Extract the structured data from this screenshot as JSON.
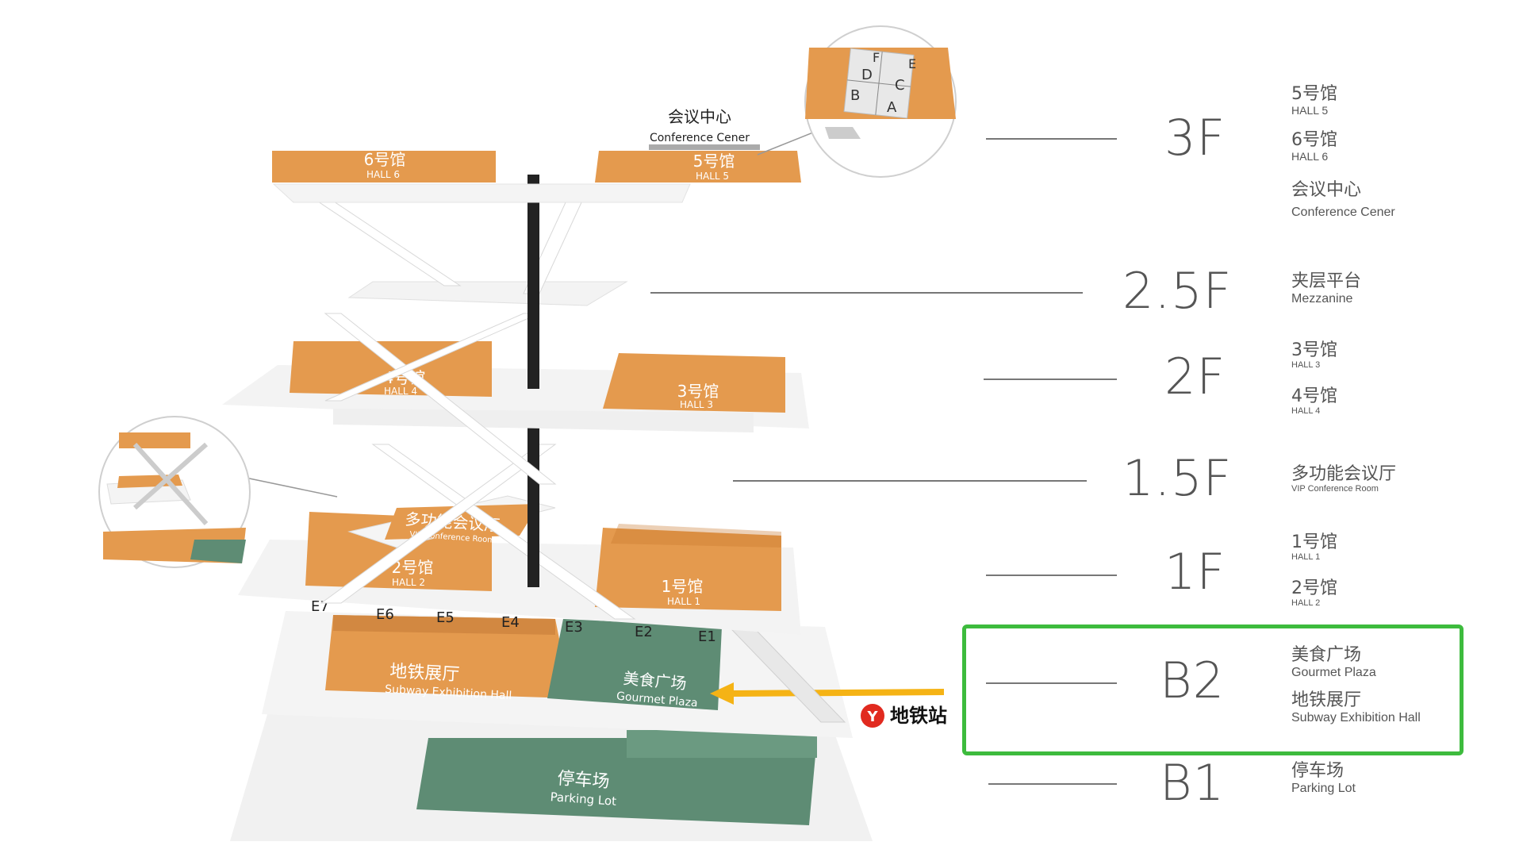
{
  "colors": {
    "hall_orange": "#e49a4e",
    "hall_orange_dark": "#c8782f",
    "green_zone": "#5e8c74",
    "highlight_green": "#3dbb3d",
    "arrow_yellow": "#f5b315",
    "metro_red": "#e12a1f"
  },
  "floors": [
    {
      "code": "3F",
      "items": [
        {
          "cn": "5号馆",
          "en": "HALL 5"
        },
        {
          "cn": "6号馆",
          "en": "HALL 6"
        },
        {
          "cn": "会议中心",
          "en": "Conference Cener"
        }
      ]
    },
    {
      "code": "2.5F",
      "items": [
        {
          "cn": "夹层平台",
          "en": "Mezzanine"
        }
      ]
    },
    {
      "code": "2F",
      "items": [
        {
          "cn": "3号馆",
          "en": "HALL 3"
        },
        {
          "cn": "4号馆",
          "en": "HALL 4"
        }
      ]
    },
    {
      "code": "1.5F",
      "items": [
        {
          "cn": "多功能会议厅",
          "en": "VIP Conference Room"
        }
      ]
    },
    {
      "code": "1F",
      "items": [
        {
          "cn": "1号馆",
          "en": "HALL 1"
        },
        {
          "cn": "2号馆",
          "en": "HALL 2"
        }
      ]
    },
    {
      "code": "B2",
      "items": [
        {
          "cn": "美食广场",
          "en": "Gourmet Plaza"
        },
        {
          "cn": "地铁展厅",
          "en": "Subway Exhibition Hall"
        }
      ]
    },
    {
      "code": "B1",
      "items": [
        {
          "cn": "停车场",
          "en": "Parking Lot"
        }
      ]
    }
  ],
  "map": {
    "hall6": {
      "cn": "6号馆",
      "en": "HALL 6"
    },
    "hall5": {
      "cn": "5号馆",
      "en": "HALL 5"
    },
    "conference": {
      "cn": "会议中心",
      "en": "Conference Cener"
    },
    "hall4": {
      "cn": "4号馆",
      "en": "HALL 4"
    },
    "hall3": {
      "cn": "3号馆",
      "en": "HALL 3"
    },
    "vip": {
      "cn": "多功能会议厅",
      "en": "VIP Conference Room"
    },
    "hall2": {
      "cn": "2号馆",
      "en": "HALL 2"
    },
    "hall1": {
      "cn": "1号馆",
      "en": "HALL 1"
    },
    "subway_hall": {
      "cn": "地铁展厅",
      "en": "Subway Exhibition Hall"
    },
    "gourmet": {
      "cn": "美食广场",
      "en": "Gourmet Plaza"
    },
    "parking": {
      "cn": "停车场",
      "en": "Parking Lot"
    },
    "metro_station": "地铁站",
    "exits": [
      "E7",
      "E6",
      "E5",
      "E4",
      "E3",
      "E2",
      "E1"
    ],
    "zoom_sections": [
      "F",
      "D",
      "E",
      "C",
      "B",
      "A"
    ]
  }
}
